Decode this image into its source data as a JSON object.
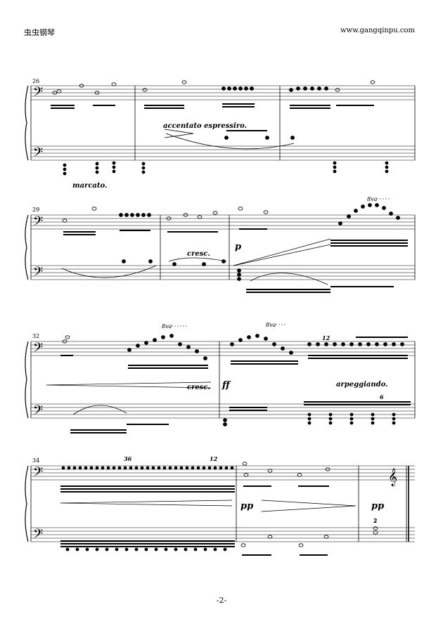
{
  "header": {
    "title_left": "虫虫钢琴",
    "site_right": "www.gangqinpu.com"
  },
  "footer": {
    "page_number": "-2-"
  },
  "systems": [
    {
      "measure_numbers": [
        "26"
      ],
      "expressions": [
        "accentato espressiro.",
        "marcato."
      ],
      "dynamics": []
    },
    {
      "measure_numbers": [
        "29"
      ],
      "expressions": [
        "cresc."
      ],
      "dynamics": [
        "p"
      ],
      "ottava": [
        "8va"
      ]
    },
    {
      "measure_numbers": [
        "32"
      ],
      "expressions": [
        "cresc.",
        "arpeggiando."
      ],
      "dynamics": [
        "ff"
      ],
      "ottava": [
        "8va",
        "8va"
      ],
      "tuplets": [
        "12",
        "6"
      ]
    },
    {
      "measure_numbers": [
        "34"
      ],
      "expressions": [],
      "dynamics": [
        "pp",
        "pp"
      ],
      "tuplets": [
        "36",
        "12"
      ],
      "fingering": [
        "2"
      ]
    }
  ]
}
